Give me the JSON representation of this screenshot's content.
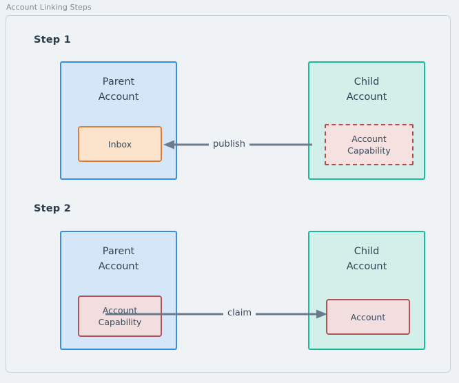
{
  "diagram": {
    "title": "Account Linking Steps",
    "background_color": "#eef2f5",
    "frame_color": "#c9d1da"
  },
  "colors": {
    "parent_border": "#3b8ede",
    "parent_fill": "#d5e6f8",
    "child_border": "#18bc9c",
    "child_fill": "#d2f0e9",
    "inbox_border": "#e17c36",
    "inbox_fill": "#fce3cc",
    "capability_dashed_border": "#b44a4c",
    "capability_dashed_fill": "#f6e1e1",
    "capability_solid_border": "#b05457",
    "capability_solid_fill": "#f2dede",
    "arrow": "#6b7b8c",
    "step_text": "#2b3a4a",
    "title_text": "#7b8996"
  },
  "steps": [
    {
      "label": "Step 1",
      "parent": {
        "title": "Parent\nAccount",
        "inner": {
          "label": "Inbox",
          "style": "solid-orange"
        }
      },
      "child": {
        "title": "Child\nAccount",
        "inner": {
          "label": "Account\nCapability",
          "style": "dashed-red"
        }
      },
      "arrow": {
        "label": "publish",
        "direction": "left",
        "from": "child-account-capability",
        "to": "parent-inbox"
      }
    },
    {
      "label": "Step 2",
      "parent": {
        "title": "Parent\nAccount",
        "inner": {
          "label": "Account\nCapability",
          "style": "solid-red"
        }
      },
      "child": {
        "title": "Child\nAccount",
        "inner": {
          "label": "Account",
          "style": "solid-red"
        }
      },
      "arrow": {
        "label": "claim",
        "direction": "right",
        "from": "parent-account-capability",
        "to": "child-account"
      }
    }
  ]
}
